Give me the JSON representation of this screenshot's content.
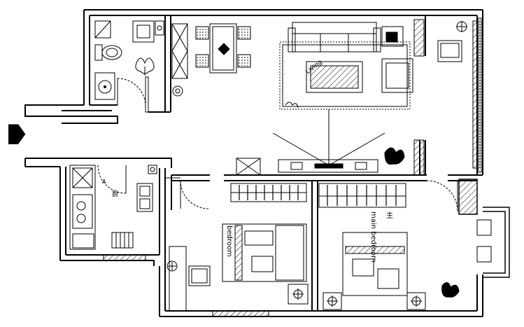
{
  "labels": {
    "living": "Living",
    "bedroom": "bedroom",
    "master_bedroom": "main bedroom",
    "master_bedroom_cn": "主",
    "kitchen_cn": "厨",
    "a_mark": "A"
  },
  "colors": {
    "line": "#000000",
    "background": "#ffffff"
  }
}
